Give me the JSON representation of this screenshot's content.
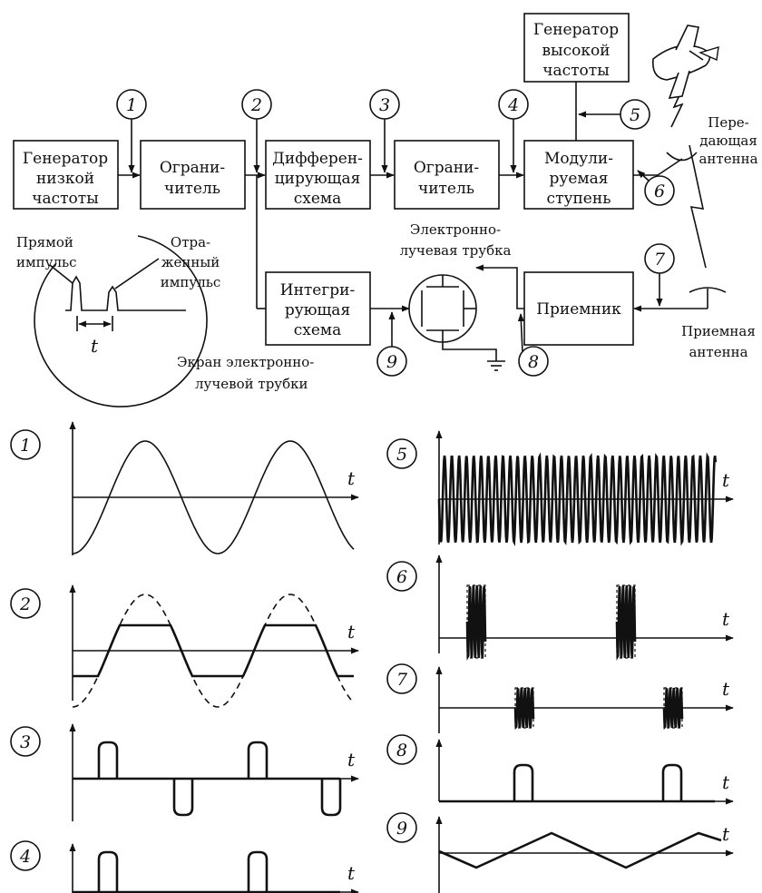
{
  "blocks": {
    "lf_gen": [
      "Генератор",
      "низкой",
      "частоты"
    ],
    "limiter1": [
      "Ограни-",
      "читель"
    ],
    "differ": [
      "Дифферен-",
      "цирующая",
      "схема"
    ],
    "limiter2": [
      "Ограни-",
      "читель"
    ],
    "modulated": [
      "Модули-",
      "руемая",
      "ступень"
    ],
    "hf_gen": [
      "Генератор",
      "высокой",
      "частоты"
    ],
    "receiver": [
      "Приемник"
    ],
    "integr": [
      "Интегри-",
      "рующая",
      "схема"
    ]
  },
  "labels": {
    "tx_antenna": [
      "Пере-",
      "дающая",
      "антенна"
    ],
    "rx_antenna": [
      "Приемная",
      "антенна"
    ],
    "crt": [
      "Электронно-",
      "лучевая трубка"
    ],
    "screen": [
      "Экран электронно-",
      "лучевой трубки"
    ],
    "direct_pulse": [
      "Прямой",
      "импульс"
    ],
    "reflected_pulse": [
      "Отра-",
      "женный",
      "импульс"
    ],
    "t": "t"
  },
  "markers": [
    "1",
    "2",
    "3",
    "4",
    "5",
    "6",
    "7",
    "8",
    "9"
  ],
  "plots": [
    {
      "id": "1",
      "kind": "sine",
      "t_label": "t"
    },
    {
      "id": "2",
      "kind": "limited-sine",
      "t_label": "t"
    },
    {
      "id": "3",
      "kind": "bipolar-pulses",
      "t_label": "t"
    },
    {
      "id": "4",
      "kind": "unipolar-pulses",
      "t_label": "t"
    },
    {
      "id": "5",
      "kind": "continuous-hf",
      "t_label": "t"
    },
    {
      "id": "6",
      "kind": "hf-bursts",
      "t_label": "t"
    },
    {
      "id": "7",
      "kind": "delayed-hf-bursts",
      "t_label": "t"
    },
    {
      "id": "8",
      "kind": "detected-pulses",
      "t_label": "t"
    },
    {
      "id": "9",
      "kind": "triangle-sweep",
      "t_label": "t"
    }
  ]
}
